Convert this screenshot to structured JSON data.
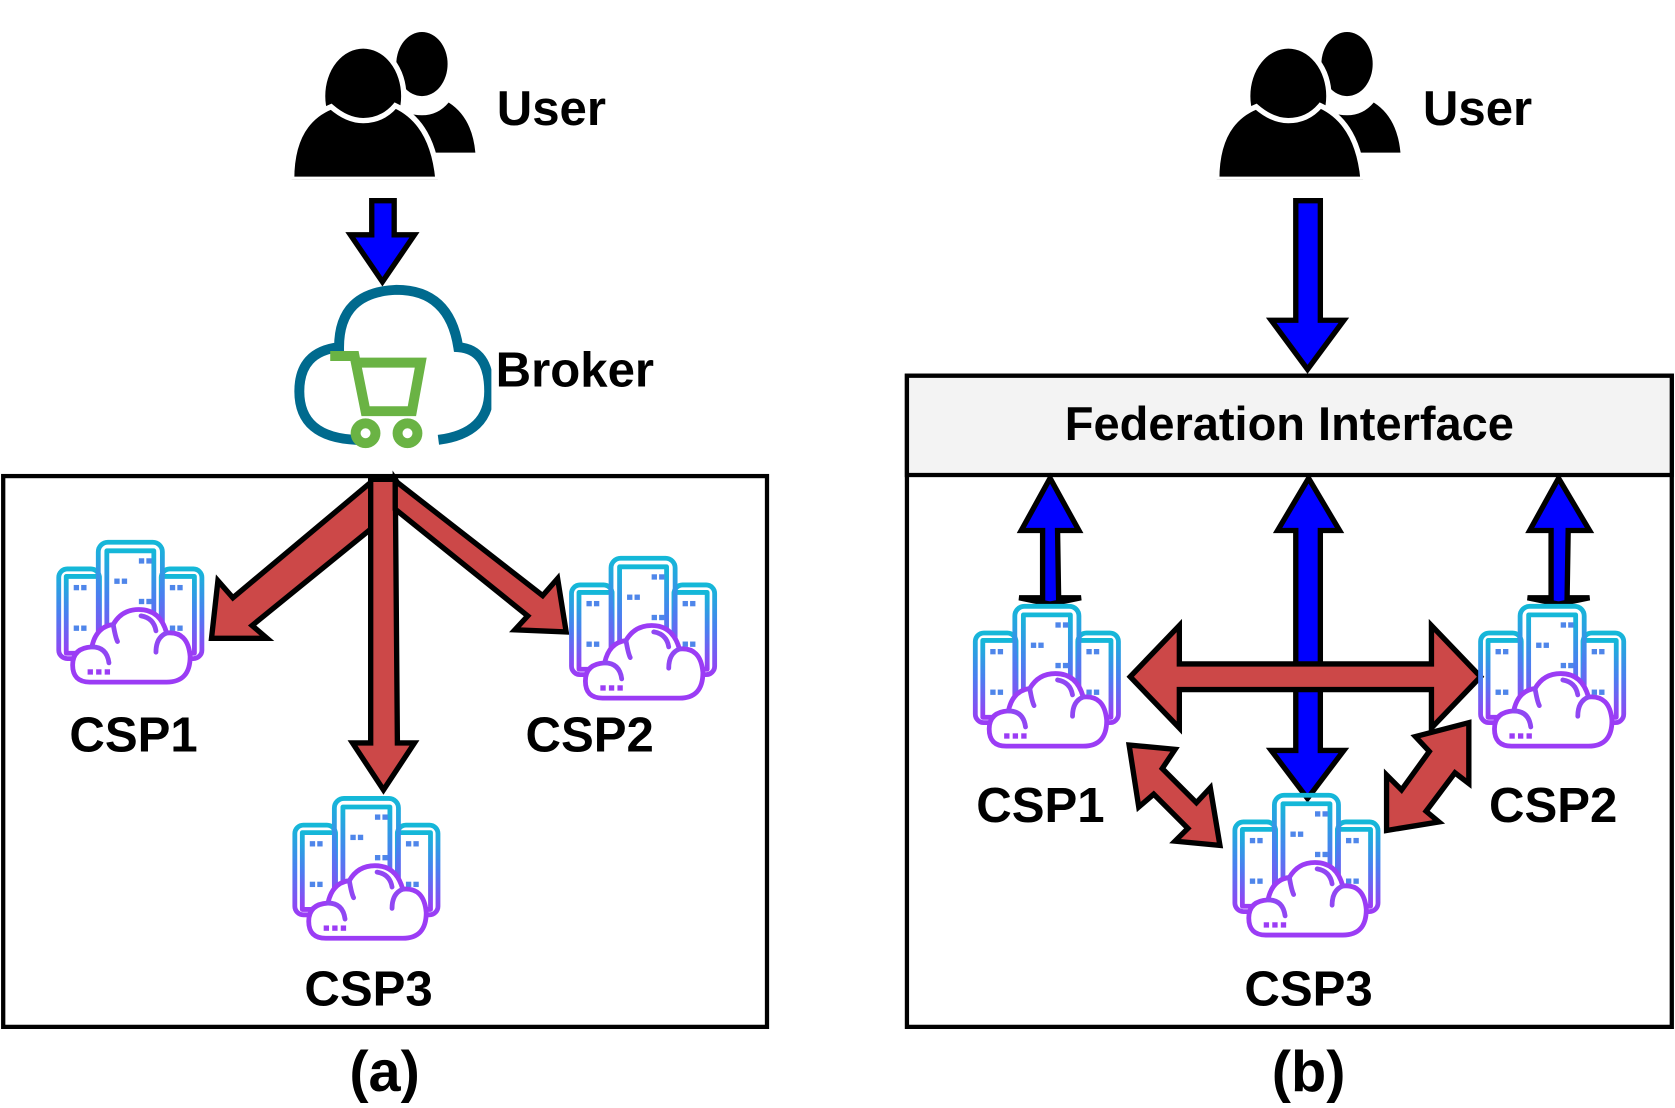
{
  "colors": {
    "request_arrow": "#0000ff",
    "distribution_arrow": "#cc4848",
    "broker_cloud": "#006a8e",
    "broker_cart": "#6ab344",
    "csp_gradient_top": "#14b8d8",
    "csp_gradient_bottom": "#9b3cf5",
    "federation_bar": "#f3f3f3"
  },
  "panel_a": {
    "caption": "(a)",
    "user_label": "User",
    "broker_label": "Broker",
    "csps": [
      {
        "label": "CSP1",
        "icon": "server-cloud-icon"
      },
      {
        "label": "CSP2",
        "icon": "server-cloud-icon"
      },
      {
        "label": "CSP3",
        "icon": "server-cloud-icon"
      }
    ],
    "icons": {
      "user": "users-icon",
      "broker": "cloud-cart-icon"
    }
  },
  "panel_b": {
    "caption": "(b)",
    "user_label": "User",
    "interface_label": "Federation Interface",
    "csps": [
      {
        "label": "CSP1",
        "icon": "server-cloud-icon"
      },
      {
        "label": "CSP2",
        "icon": "server-cloud-icon"
      },
      {
        "label": "CSP3",
        "icon": "server-cloud-icon"
      }
    ],
    "icons": {
      "user": "users-icon"
    }
  }
}
